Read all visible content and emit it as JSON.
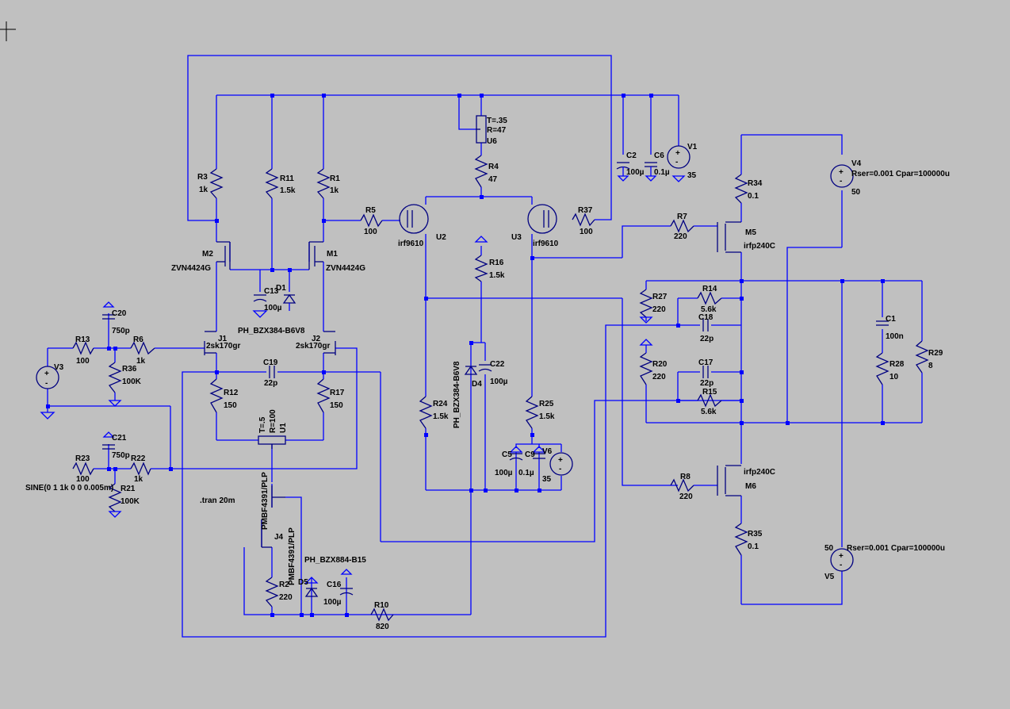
{
  "directives": {
    "tran": ".tran 20m",
    "sine": "SINE(0 1 1k 0 0 0.005m)"
  },
  "colors": {
    "background": "#c0c0c0",
    "wire": "#0000ff",
    "component": "#000080",
    "text": "#000000"
  },
  "resistors": {
    "R1": {
      "name": "R1",
      "value": "1k"
    },
    "R2": {
      "name": "R2",
      "value": "220"
    },
    "R3": {
      "name": "R3",
      "value": "1k"
    },
    "R4": {
      "name": "R4",
      "value": "47"
    },
    "R5": {
      "name": "R5",
      "value": "100"
    },
    "R6": {
      "name": "R6",
      "value": "1k"
    },
    "R7": {
      "name": "R7",
      "value": "220"
    },
    "R8": {
      "name": "R8",
      "value": "220"
    },
    "R10": {
      "name": "R10",
      "value": "820"
    },
    "R11": {
      "name": "R11",
      "value": "1.5k"
    },
    "R12": {
      "name": "R12",
      "value": "150"
    },
    "R13": {
      "name": "R13",
      "value": "100"
    },
    "R14": {
      "name": "R14",
      "value": "5.6k"
    },
    "R15": {
      "name": "R15",
      "value": "5.6k"
    },
    "R16": {
      "name": "R16",
      "value": "1.5k"
    },
    "R17": {
      "name": "R17",
      "value": "150"
    },
    "R20": {
      "name": "R20",
      "value": "220"
    },
    "R21": {
      "name": "R21",
      "value": "100K"
    },
    "R22": {
      "name": "R22",
      "value": "1k"
    },
    "R23": {
      "name": "R23",
      "value": "100"
    },
    "R24": {
      "name": "R24",
      "value": "1.5k"
    },
    "R25": {
      "name": "R25",
      "value": "1.5k"
    },
    "R27": {
      "name": "R27",
      "value": "220"
    },
    "R28": {
      "name": "R28",
      "value": "10"
    },
    "R29": {
      "name": "R29",
      "value": "8"
    },
    "R34": {
      "name": "R34",
      "value": "0.1"
    },
    "R35": {
      "name": "R35",
      "value": "0.1"
    },
    "R36": {
      "name": "R36",
      "value": "100K"
    },
    "R37": {
      "name": "R37",
      "value": "100"
    }
  },
  "capacitors": {
    "C1": {
      "name": "C1",
      "value": "100n"
    },
    "C2": {
      "name": "C2",
      "value": "100µ"
    },
    "C5": {
      "name": "C5",
      "value": "100µ"
    },
    "C6": {
      "name": "C6",
      "value": "0.1µ"
    },
    "C9": {
      "name": "C9",
      "value": "0.1µ"
    },
    "C13": {
      "name": "C13",
      "value": "100µ"
    },
    "C16": {
      "name": "C16",
      "value": "100µ"
    },
    "C17": {
      "name": "C17",
      "value": "22p"
    },
    "C18": {
      "name": "C18",
      "value": "22p"
    },
    "C19": {
      "name": "C19",
      "value": "22p"
    },
    "C20": {
      "name": "C20",
      "value": "750p"
    },
    "C21": {
      "name": "C21",
      "value": "750p"
    },
    "C22": {
      "name": "C22",
      "value": "100µ"
    }
  },
  "transistors": {
    "M1": {
      "name": "M1",
      "model": "ZVN4424G"
    },
    "M2": {
      "name": "M2",
      "model": "ZVN4424G"
    },
    "M5": {
      "name": "M5",
      "model": "irfp240C"
    },
    "M6": {
      "name": "M6",
      "model": "irfp240C"
    },
    "J1": {
      "name": "J1",
      "model": "2sk170gr"
    },
    "J2": {
      "name": "J2",
      "model": "2sk170gr"
    },
    "J4": {
      "name": "J4",
      "model": "PMBF4391/PLP"
    },
    "J3": {
      "model": "PMBF4391/PLP"
    },
    "U2": {
      "name": "U2",
      "model": "irf9610"
    },
    "U3": {
      "name": "U3",
      "model": "irf9610"
    }
  },
  "diodes": {
    "D1": {
      "name": "D1",
      "model": "PH_BZX384-B6V8"
    },
    "D4": {
      "name": "D4",
      "model": "PH_BZX384-B6V8"
    },
    "D5": {
      "name": "D5",
      "model": "PH_BZX884-B15"
    }
  },
  "sources": {
    "V1": {
      "name": "V1",
      "value": "35"
    },
    "V3": {
      "name": "V3"
    },
    "V4": {
      "name": "V4",
      "value": "50",
      "params": "Rser=0.001 Cpar=100000u"
    },
    "V5": {
      "name": "V5",
      "value": "50",
      "params": "Rser=0.001 Cpar=100000u"
    },
    "V6": {
      "name": "V6",
      "value": "35"
    }
  },
  "pots": {
    "U6": {
      "name": "U6",
      "t": "T=.35",
      "r": "R=47"
    },
    "U1": {
      "name": "U1",
      "t": "T=.5",
      "r": "R=100"
    }
  }
}
